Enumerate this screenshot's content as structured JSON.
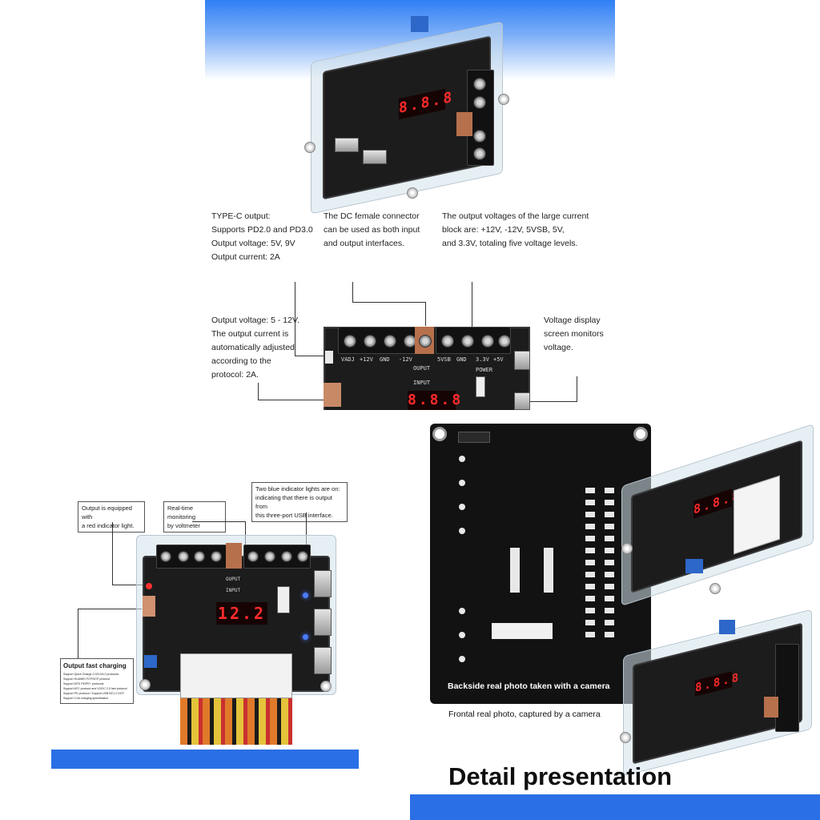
{
  "top_section": {
    "callout_typec": [
      "TYPE-C output:",
      "Supports PD2.0 and PD3.0",
      "Output voltage: 5V, 9V",
      "Output current: 2A"
    ],
    "callout_dc": [
      "The DC female connector",
      "can be used as both input",
      "and output interfaces."
    ],
    "callout_voltages": [
      "The output voltages of the large current",
      "block are: +12V, -12V, 5VSB, 5V,",
      "and 3.3V, totaling five voltage levels."
    ],
    "callout_adj": [
      "Output voltage: 5 - 12V.",
      "The output current is",
      "automatically adjusted",
      "according to the",
      "protocol: 2A."
    ],
    "callout_display": [
      "Voltage display",
      "screen monitors",
      "voltage."
    ],
    "board_labels": {
      "vadj": "VADJ",
      "p12v": "+12V",
      "gnd": "GND",
      "m12v": "-12V",
      "vsb": "5VSB",
      "gnd2": "GND",
      "v33": "3.3V",
      "v5": "+5V",
      "ouput": "OUPUT",
      "input": "INPUT",
      "power": "POWER"
    },
    "display_value": "8.8.8"
  },
  "left_section": {
    "callout_red": [
      "Output is equipped with",
      "a red indicator light."
    ],
    "callout_voltmeter": [
      "Real-time monitoring",
      "by voltmeter"
    ],
    "callout_blue": [
      "Two blue indicator lights are on:",
      "indicating that there is output from",
      "this three-port USB interface."
    ],
    "callout_fast": "Output fast charging",
    "fast_details": [
      "Support Quick Charge 2.0/3.0/4.0 protocols",
      "Support HUAWEI FCP/SCP protocol",
      "Support MTK PE/PE+ protocols",
      "Support AFC protocol and VOOC 2.0 fast protocol",
      "Support PD protocol / Support USB BC1.2 DCP",
      "Support 2.4A charging specification"
    ],
    "display_value": "12.2",
    "labels": {
      "ouput": "OUPUT",
      "input": "INPUT"
    }
  },
  "right_section": {
    "caption_back": "Backside real photo taken with a camera",
    "caption_front": "Frontal real photo, captured by a camera",
    "display_value": "8.8.8"
  },
  "footer": {
    "title": "Detail presentation"
  },
  "colors": {
    "accent_blue": "#2a6fe6",
    "segment_red": "#ff2a2a",
    "board_black": "#1c1c1c"
  }
}
